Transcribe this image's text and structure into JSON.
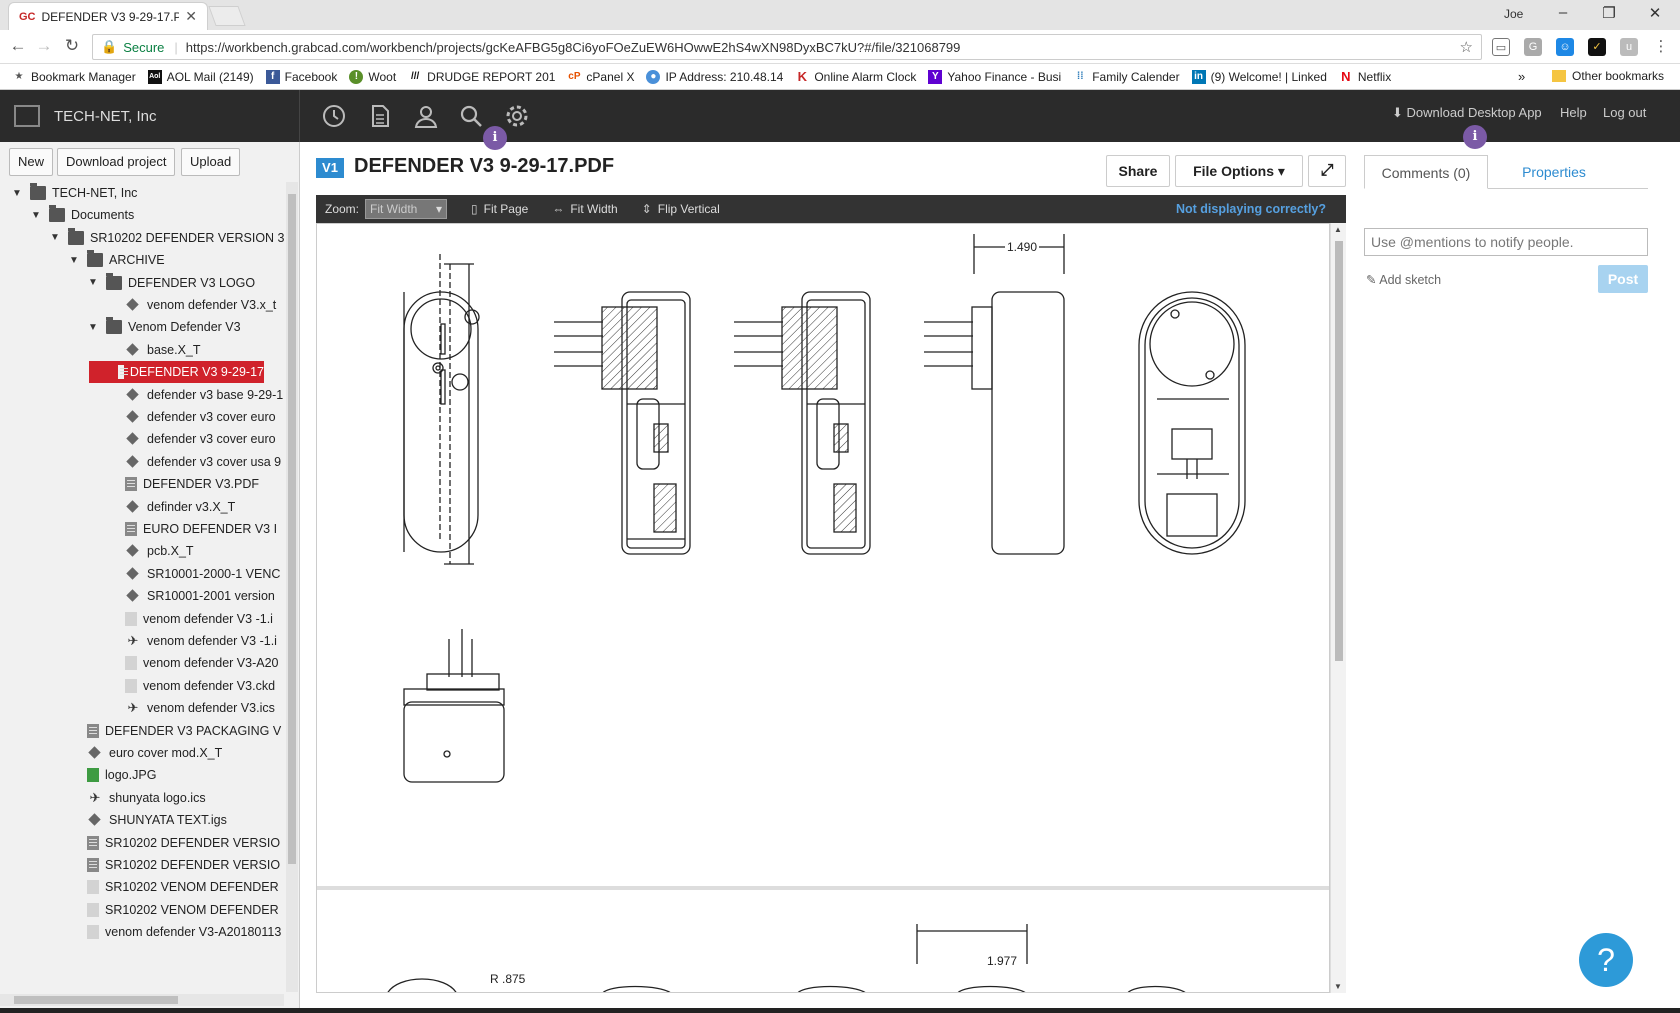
{
  "browser": {
    "tab_title": "DEFENDER V3 9-29-17.P",
    "tab_favicon": "GC",
    "window_user": "Joe",
    "secure_label": "Secure",
    "url": "https://workbench.grabcad.com/workbench/projects/gcKeAFBG5g8Ci6yoFOeZuEW6HOwwE2hS4wXN98DyxBC7kU?#/file/321068799",
    "bookmarks": [
      {
        "label": "Bookmark Manager",
        "icon": "star-icon"
      },
      {
        "label": "AOL Mail (2149)",
        "icon": "aol-icon"
      },
      {
        "label": "Facebook",
        "icon": "facebook-icon"
      },
      {
        "label": "Woot",
        "icon": "woot-icon"
      },
      {
        "label": "DRUDGE REPORT 201",
        "icon": "drudge-icon"
      },
      {
        "label": "cPanel X",
        "icon": "cpanel-icon"
      },
      {
        "label": "IP Address: 210.48.14",
        "icon": "globe-icon"
      },
      {
        "label": "Online Alarm Clock",
        "icon": "k-icon"
      },
      {
        "label": "Yahoo Finance - Busi",
        "icon": "yahoo-icon"
      },
      {
        "label": "Family Calender",
        "icon": "grid-icon"
      },
      {
        "label": "(9) Welcome! | Linked",
        "icon": "linkedin-icon"
      },
      {
        "label": "Netflix",
        "icon": "netflix-icon"
      }
    ],
    "bookmarks_more": "»",
    "other_bookmarks": "Other bookmarks"
  },
  "app": {
    "org_name": "TECH-NET, Inc",
    "download_desktop": "Download Desktop App",
    "help": "Help",
    "logout": "Log out",
    "info_glyph": "i"
  },
  "sidebar": {
    "buttons": {
      "new": "New",
      "download": "Download project",
      "upload": "Upload"
    },
    "tree": [
      {
        "label": "TECH-NET, Inc",
        "depth": 0,
        "icon": "folder",
        "toggle": "open"
      },
      {
        "label": "Documents",
        "depth": 1,
        "icon": "folder",
        "toggle": "open"
      },
      {
        "label": "SR10202 DEFENDER VERSION 3",
        "depth": 2,
        "icon": "folder",
        "toggle": "open"
      },
      {
        "label": "ARCHIVE",
        "depth": 3,
        "icon": "folder",
        "toggle": "open"
      },
      {
        "label": "DEFENDER V3 LOGO",
        "depth": 4,
        "icon": "folder",
        "toggle": "open"
      },
      {
        "label": "venom defender V3.x_t",
        "depth": 5,
        "icon": "part",
        "toggle": ""
      },
      {
        "label": "Venom Defender V3",
        "depth": 4,
        "icon": "folder",
        "toggle": "open"
      },
      {
        "label": "base.X_T",
        "depth": 5,
        "icon": "part",
        "toggle": ""
      },
      {
        "label": "DEFENDER V3 9-29-17",
        "depth": 5,
        "icon": "doc",
        "toggle": "",
        "selected": true
      },
      {
        "label": "defender v3 base 9-29-1",
        "depth": 5,
        "icon": "part",
        "toggle": ""
      },
      {
        "label": "defender v3 cover euro",
        "depth": 5,
        "icon": "part",
        "toggle": ""
      },
      {
        "label": "defender v3 cover euro",
        "depth": 5,
        "icon": "part",
        "toggle": ""
      },
      {
        "label": "defender v3 cover usa 9",
        "depth": 5,
        "icon": "part",
        "toggle": ""
      },
      {
        "label": "DEFENDER V3.PDF",
        "depth": 5,
        "icon": "doc",
        "toggle": ""
      },
      {
        "label": "definder v3.X_T",
        "depth": 5,
        "icon": "part",
        "toggle": ""
      },
      {
        "label": "EURO DEFENDER V3 I",
        "depth": 5,
        "icon": "doc",
        "toggle": ""
      },
      {
        "label": "pcb.X_T",
        "depth": 5,
        "icon": "part",
        "toggle": ""
      },
      {
        "label": "SR10001-2000-1 VENC",
        "depth": 5,
        "icon": "part",
        "toggle": ""
      },
      {
        "label": "SR10001-2001 version",
        "depth": 5,
        "icon": "part",
        "toggle": ""
      },
      {
        "label": "venom defender V3 -1.i",
        "depth": 5,
        "icon": "blank",
        "toggle": ""
      },
      {
        "label": "venom defender V3 -1.i",
        "depth": 5,
        "icon": "wing",
        "toggle": ""
      },
      {
        "label": "venom defender V3-A20",
        "depth": 5,
        "icon": "blank",
        "toggle": ""
      },
      {
        "label": "venom defender V3.ckd",
        "depth": 5,
        "icon": "blank",
        "toggle": ""
      },
      {
        "label": "venom defender V3.ics",
        "depth": 5,
        "icon": "wing",
        "toggle": ""
      },
      {
        "label": "DEFENDER V3 PACKAGING V",
        "depth": 3,
        "icon": "doc",
        "toggle": ""
      },
      {
        "label": "euro cover mod.X_T",
        "depth": 3,
        "icon": "part",
        "toggle": ""
      },
      {
        "label": "logo.JPG",
        "depth": 3,
        "icon": "img",
        "toggle": ""
      },
      {
        "label": "shunyata logo.ics",
        "depth": 3,
        "icon": "wing",
        "toggle": ""
      },
      {
        "label": "SHUNYATA TEXT.igs",
        "depth": 3,
        "icon": "part",
        "toggle": ""
      },
      {
        "label": "SR10202 DEFENDER VERSIO",
        "depth": 3,
        "icon": "doc",
        "toggle": ""
      },
      {
        "label": "SR10202 DEFENDER VERSIO",
        "depth": 3,
        "icon": "doc",
        "toggle": ""
      },
      {
        "label": "SR10202 VENOM DEFENDER",
        "depth": 3,
        "icon": "blank",
        "toggle": ""
      },
      {
        "label": "SR10202 VENOM DEFENDER",
        "depth": 3,
        "icon": "blank",
        "toggle": ""
      },
      {
        "label": "venom defender V3-A20180113",
        "depth": 3,
        "icon": "blank",
        "toggle": ""
      }
    ]
  },
  "viewer": {
    "version_tag": "V1",
    "file_title": "DEFENDER V3 9-29-17.PDF",
    "share": "Share",
    "file_options": "File Options",
    "zoom_label": "Zoom:",
    "zoom_value": "Fit Width",
    "fit_page": "Fit Page",
    "fit_width": "Fit Width",
    "flip_vertical": "Flip Vertical",
    "not_displaying": "Not displaying correctly?",
    "drawing_dims": {
      "top": "1.490",
      "bottom": "1.977",
      "radius": "R .875"
    }
  },
  "panel": {
    "comments_tab": "Comments (0)",
    "properties_tab": "Properties",
    "comment_placeholder": "Use @mentions to notify people.",
    "add_sketch": "Add sketch",
    "post": "Post",
    "help_glyph": "?"
  },
  "colors": {
    "accent": "#2d8bd0",
    "selected": "#d0222b",
    "header": "#2b2b2b",
    "info": "#7b5aa6"
  }
}
